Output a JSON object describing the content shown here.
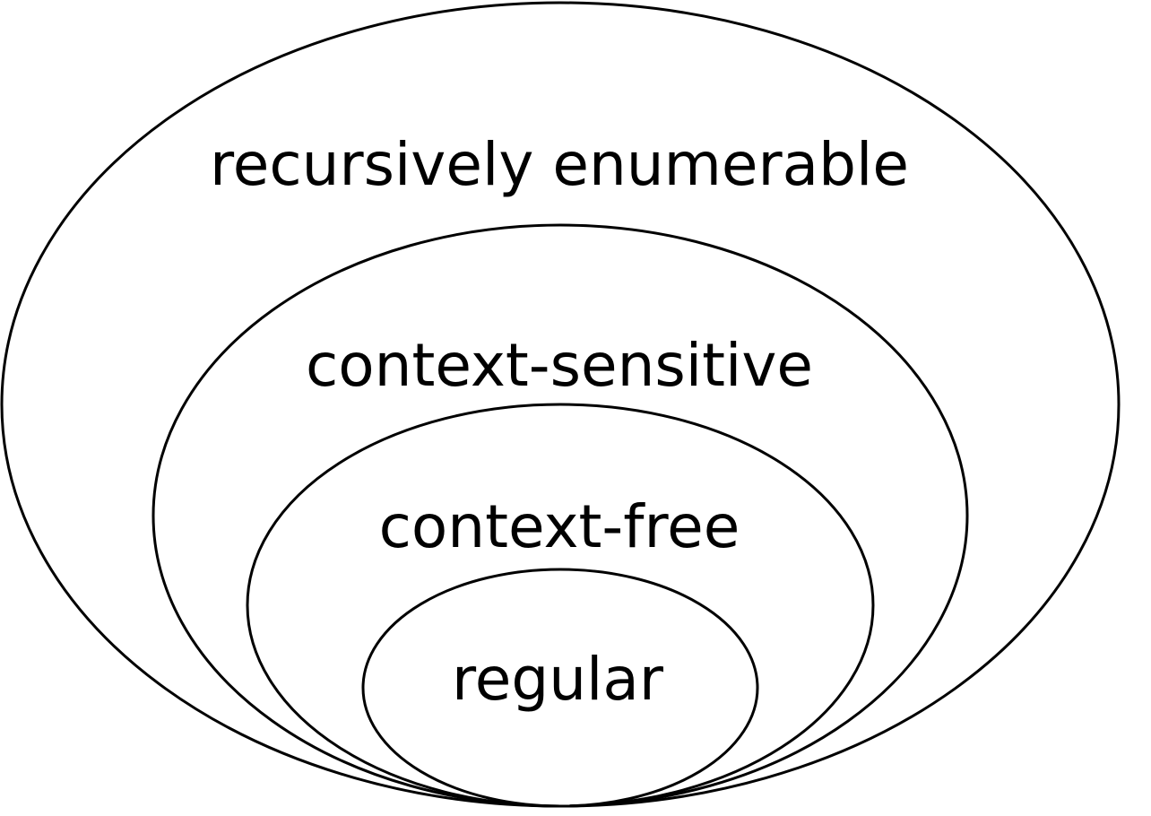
{
  "diagram": {
    "sets": [
      {
        "id": "recursively-enumerable",
        "label": "recursively enumerable"
      },
      {
        "id": "context-sensitive",
        "label": "context-sensitive"
      },
      {
        "id": "context-free",
        "label": "context-free"
      },
      {
        "id": "regular",
        "label": "regular"
      }
    ],
    "colors": {
      "stroke": "#000000",
      "background": "#ffffff",
      "text": "#000000"
    }
  }
}
